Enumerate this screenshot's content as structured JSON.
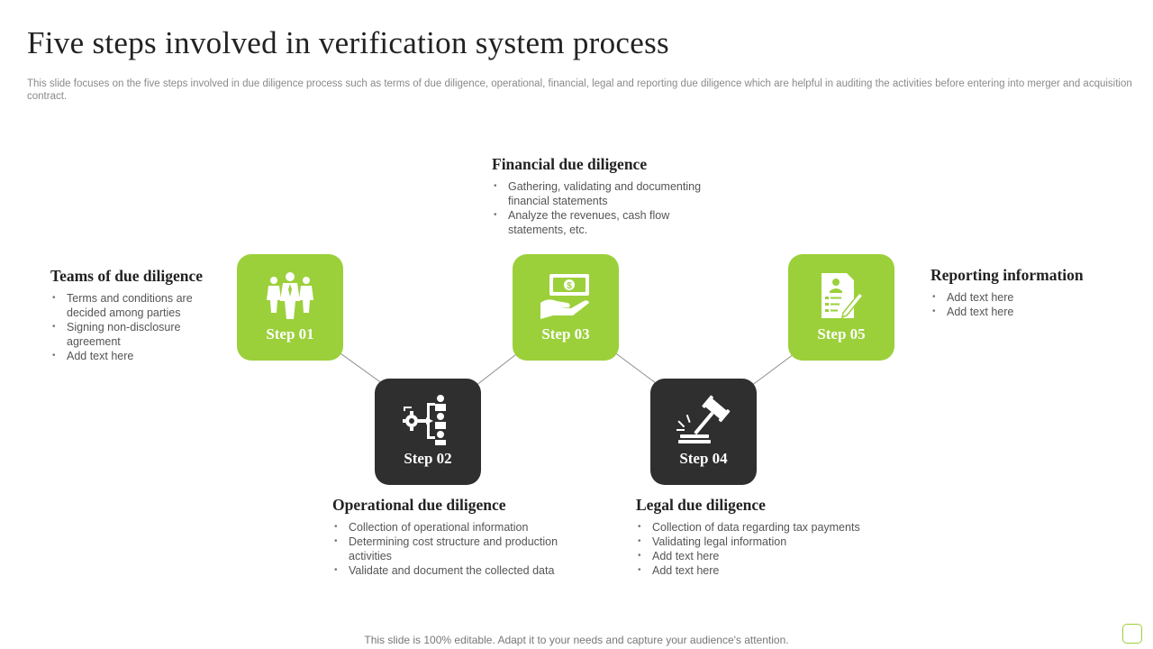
{
  "title": "Five steps involved in verification system process",
  "subtitle": "This slide focuses on the five steps involved in due diligence process such as terms of due diligence, operational, financial, legal and reporting due diligence which are helpful in auditing the activities before entering into merger and acquisition contract.",
  "colors": {
    "green": "#9bd03a",
    "dark": "#2f2f2f",
    "connector": "#8c8c8c"
  },
  "steps": [
    {
      "label": "Step 01",
      "icon": "team-icon"
    },
    {
      "label": "Step 02",
      "icon": "process-flow-icon"
    },
    {
      "label": "Step 03",
      "icon": "money-hand-icon"
    },
    {
      "label": "Step 04",
      "icon": "gavel-icon"
    },
    {
      "label": "Step 05",
      "icon": "document-sign-icon"
    }
  ],
  "blocks": {
    "teams": {
      "title": "Teams of due diligence",
      "items": [
        "Terms and conditions are decided among parties",
        "Signing non-disclosure agreement",
        "Add text here"
      ]
    },
    "operational": {
      "title": "Operational due diligence",
      "items": [
        "Collection of operational information",
        "Determining cost structure and production activities",
        "Validate and document the collected data"
      ]
    },
    "financial": {
      "title": "Financial due diligence",
      "items": [
        "Gathering, validating and documenting financial statements",
        "Analyze the revenues, cash flow statements, etc."
      ]
    },
    "legal": {
      "title": "Legal due diligence",
      "items": [
        "Collection of data regarding tax payments",
        "Validating legal information",
        "Add text here",
        "Add text here"
      ]
    },
    "reporting": {
      "title": "Reporting information",
      "items": [
        "Add text here",
        "Add text here"
      ]
    }
  },
  "footer": "This slide is 100% editable. Adapt it to your needs and capture your audience's attention."
}
